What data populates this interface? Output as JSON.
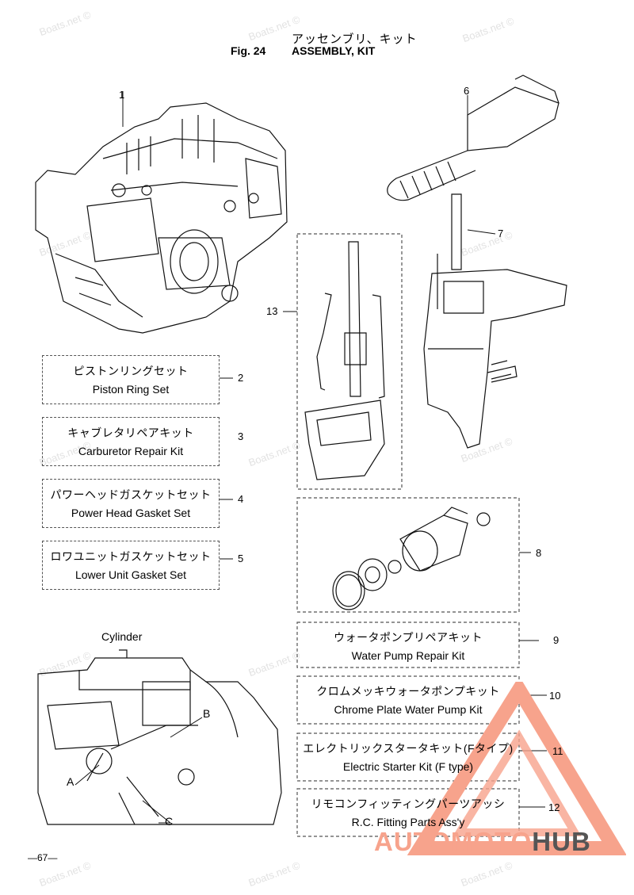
{
  "title": {
    "japanese": "アッセンブリ、キット",
    "fig": "Fig. 24",
    "english": "ASSEMBLY, KIT"
  },
  "callouts": [
    "1",
    "2",
    "3",
    "4",
    "5",
    "6",
    "7",
    "8",
    "9",
    "10",
    "11",
    "12",
    "13"
  ],
  "kits": [
    {
      "number": "2",
      "jp": "ピストンリングセット",
      "en": "Piston Ring Set"
    },
    {
      "number": "3",
      "jp": "キャブレタリペアキット",
      "en": "Carburetor Repair Kit"
    },
    {
      "number": "4",
      "jp": "パワーヘッドガスケットセット",
      "en": "Power Head Gasket Set"
    },
    {
      "number": "5",
      "jp": "ロワユニットガスケットセット",
      "en": "Lower Unit Gasket Set"
    },
    {
      "number": "9",
      "jp": "ウォータポンプリペアキット",
      "en": "Water Pump Repair Kit"
    },
    {
      "number": "10",
      "jp": "クロムメッキウォータポンプキット",
      "en": "Chrome Plate Water Pump Kit"
    },
    {
      "number": "11",
      "jp": "エレクトリックスタータキット(Fタイプ)",
      "en": "Electric Starter Kit (F type)"
    },
    {
      "number": "12",
      "jp": "リモコンフィッティングパーツアッシ",
      "en": "R.C. Fitting Parts Ass'y"
    }
  ],
  "cylinder": {
    "title": "Cylinder",
    "labels": [
      "A",
      "B",
      "C"
    ]
  },
  "page_number": "—67—",
  "watermark": "Boats.net ©",
  "logo": {
    "part1": "AUTO",
    "part2": "MOTO",
    "part3": "HUB"
  },
  "colors": {
    "logo_light": "#f7a38c",
    "logo_dark": "#555555",
    "watermark": "#e2e2e2"
  }
}
